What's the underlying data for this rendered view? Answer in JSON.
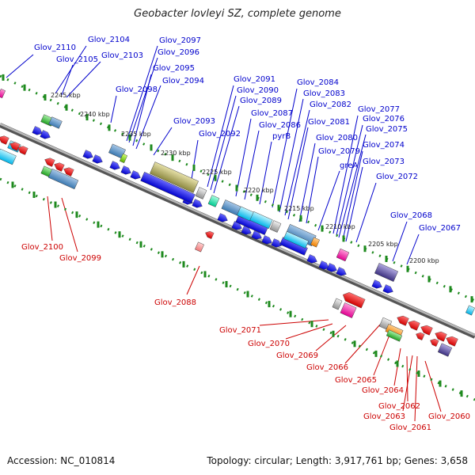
{
  "title": "Geobacter lovleyi SZ, complete genome",
  "accession_label": "Accession: NC_010814",
  "info_label": "Topology: circular; Length: 3,917,761 bp; Genes: 3,658",
  "colors": {
    "forward_label": "#0000cc",
    "reverse_label": "#cc0000",
    "forward_gene": "#0000ee",
    "reverse_gene": "#ee0000",
    "backbone": "#999999",
    "scale_ticks": "#1e8a1e"
  },
  "scale_labels": [
    "2245 kbp",
    "2240 kbp",
    "2235 kbp",
    "2230 kbp",
    "2225 kbp",
    "2220 kbp",
    "2215 kbp",
    "2210 kbp",
    "2205 kbp",
    "2200 kbp"
  ],
  "forward_labels": [
    "Glov_2110",
    "Glov_2104",
    "Glov_2105",
    "Glov_2103",
    "Glov_2097",
    "Glov_2096",
    "Glov_2095",
    "Glov_2098",
    "Glov_2094",
    "Glov_2093",
    "Glov_2092",
    "Glov_2091",
    "Glov_2090",
    "Glov_2089",
    "Glov_2087",
    "Glov_2086",
    "pyrB",
    "Glov_2084",
    "Glov_2083",
    "Glov_2082",
    "Glov_2081",
    "Glov_2080",
    "Glov_2079",
    "greA",
    "Glov_2077",
    "Glov_2076",
    "Glov_2075",
    "Glov_2074",
    "Glov_2073",
    "Glov_2072",
    "Glov_2068",
    "Glov_2067"
  ],
  "reverse_labels": [
    "Glov_2100",
    "Glov_2099",
    "Glov_2088",
    "Glov_2071",
    "Glov_2070",
    "Glov_2069",
    "Glov_2066",
    "Glov_2065",
    "Glov_2064",
    "Glov_2062",
    "Glov_2063",
    "Glov_2061",
    "Glov_2060"
  ]
}
